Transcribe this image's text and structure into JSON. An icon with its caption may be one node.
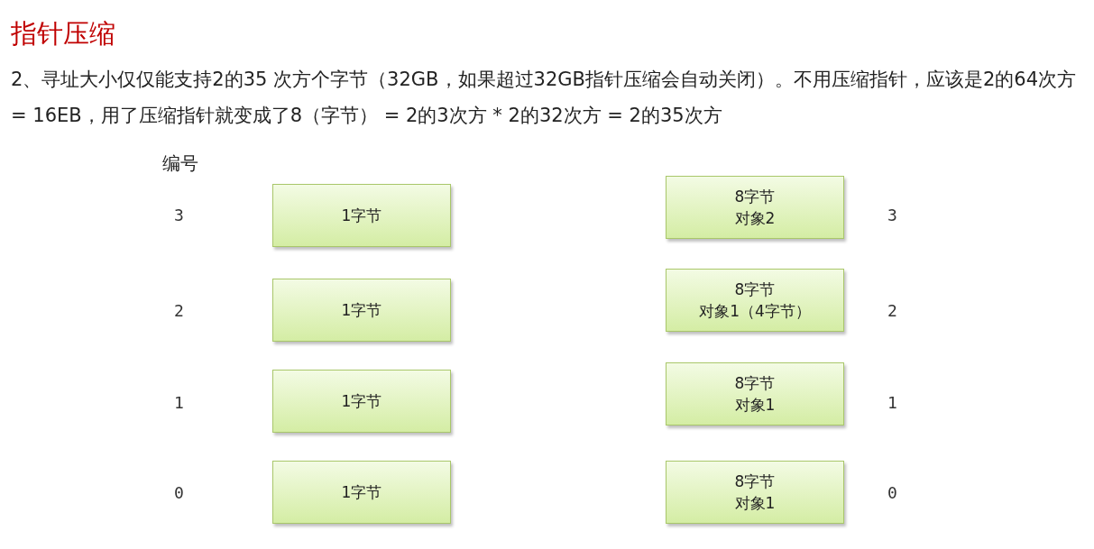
{
  "diagram": {
    "title": "指针压缩",
    "nodes": [
      {
        "text": [
          "1字节"
        ]
      },
      {
        "text": [
          "8字节",
          "对象2"
        ]
      },
      {
        "text": [
          "1字节"
        ]
      },
      {
        "text": [
          "8字节",
          "对象1（4字节）"
        ]
      },
      {
        "text": [
          "1字节"
        ]
      },
      {
        "text": [
          "8字节",
          "对象1"
        ]
      },
      {
        "text": [
          "1字节"
        ]
      },
      {
        "text": [
          "8字节",
          "对象1"
        ]
      }
    ],
    "edges": [],
    "labels": [
      "2、寻址大小仅仅能支持2的35 次方个字节（32GB，如果超过32GB指针压缩会自动关闭）。不用压缩指针，应该是2的64次方 = 16EB，用了压缩指针就变成了8（字节） = 2的3次方 * 2的32次方 = 2的35次方",
      "编号",
      "3",
      "3",
      "2",
      "2",
      "1",
      "1",
      "0",
      "0"
    ]
  }
}
